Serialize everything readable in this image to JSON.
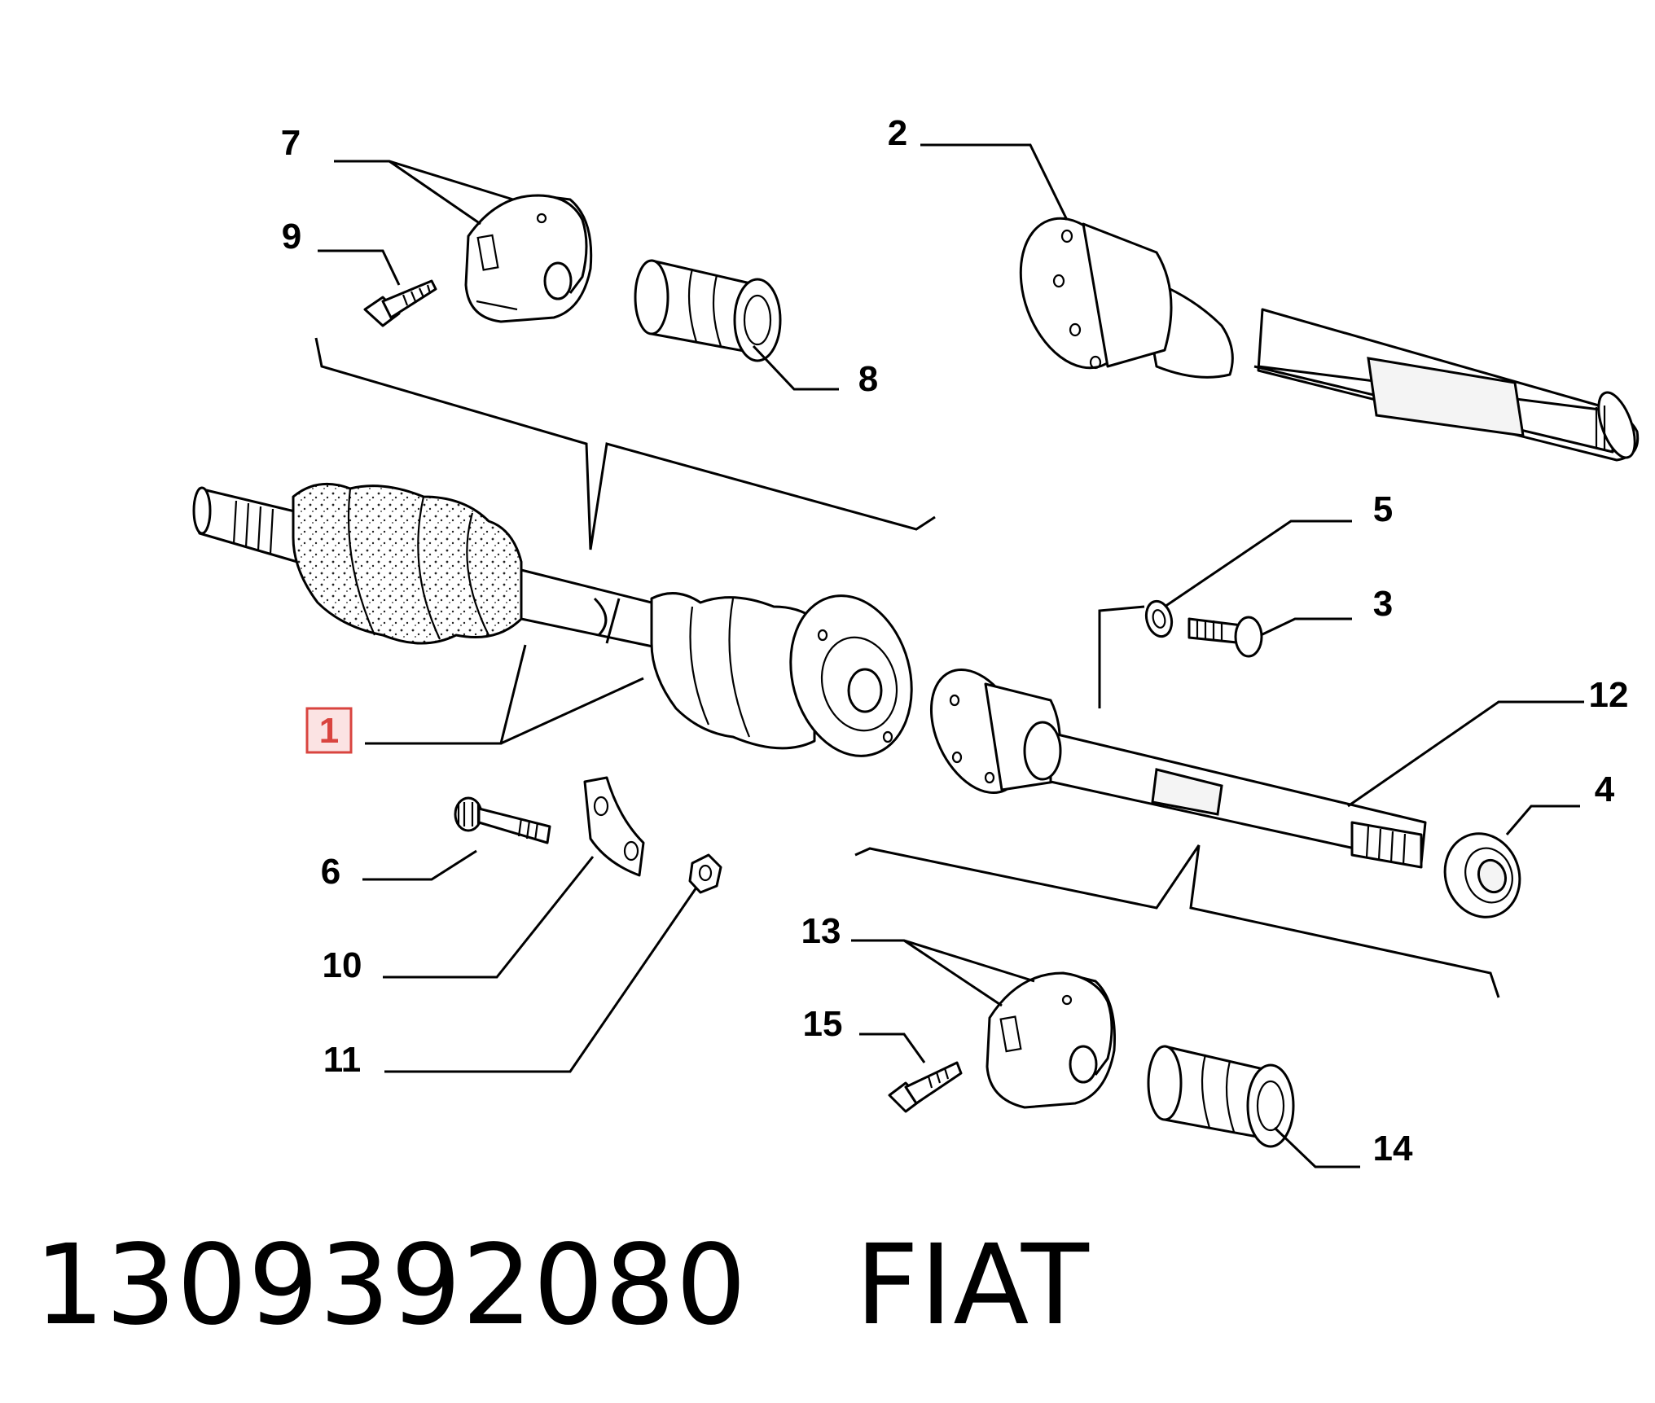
{
  "callouts": [
    "1",
    "2",
    "3",
    "4",
    "5",
    "6",
    "7",
    "8",
    "9",
    "10",
    "11",
    "12",
    "13",
    "14",
    "15"
  ],
  "highlighted_callout": "1",
  "footer": {
    "part_number": "1309392080",
    "brand": "FIAT"
  },
  "colors": {
    "line": "#000000",
    "highlight_border": "#d9443f",
    "highlight_fill": "#fbe3e3"
  }
}
